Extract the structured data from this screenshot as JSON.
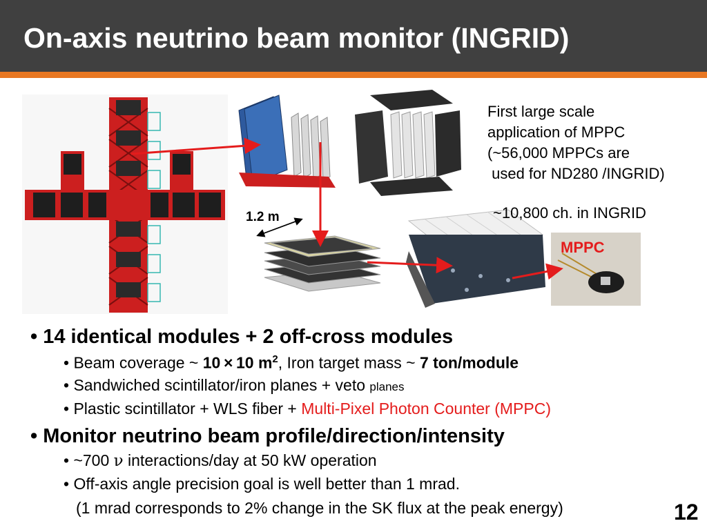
{
  "slide": {
    "title": "On-axis neutrino beam monitor (INGRID)",
    "page_number": "12",
    "accent_color": "#e87722",
    "header_color": "#404040"
  },
  "figure": {
    "dimension_label": "1.2 m",
    "mppc_label": "MPPC",
    "note_lines": [
      "First large scale",
      "application of MPPC",
      "(~56,000 MPPCs are",
      " used for ND280 /INGRID)"
    ],
    "channel_note": "~10,800 ch. in INGRID"
  },
  "bullets": {
    "b1": "14 identical modules + 2 off-cross modules",
    "b1_1": {
      "p1": "Beam coverage ~ ",
      "p2": "10 × 10 m",
      "p3": "2",
      "p4": ", Iron target mass ~ ",
      "p5": "7 ton/module"
    },
    "b1_2": {
      "p1": "Sandwiched scintillator/iron planes + veto ",
      "p2": "planes"
    },
    "b1_3": {
      "p1": "Plastic scintillator + WLS fiber + ",
      "p2": "Multi-Pixel Photon Counter (MPPC)"
    },
    "b2": "Monitor neutrino beam profile/direction/intensity",
    "b2_1": {
      "p1": "~700 ",
      "p2": "ν",
      "p3": " interactions/day at 50 kW operation"
    },
    "b2_2": "Off-axis angle precision goal is well better than 1 mrad.",
    "b2_3": "(1 mrad corresponds to 2% change in the SK flux at the peak energy)"
  }
}
